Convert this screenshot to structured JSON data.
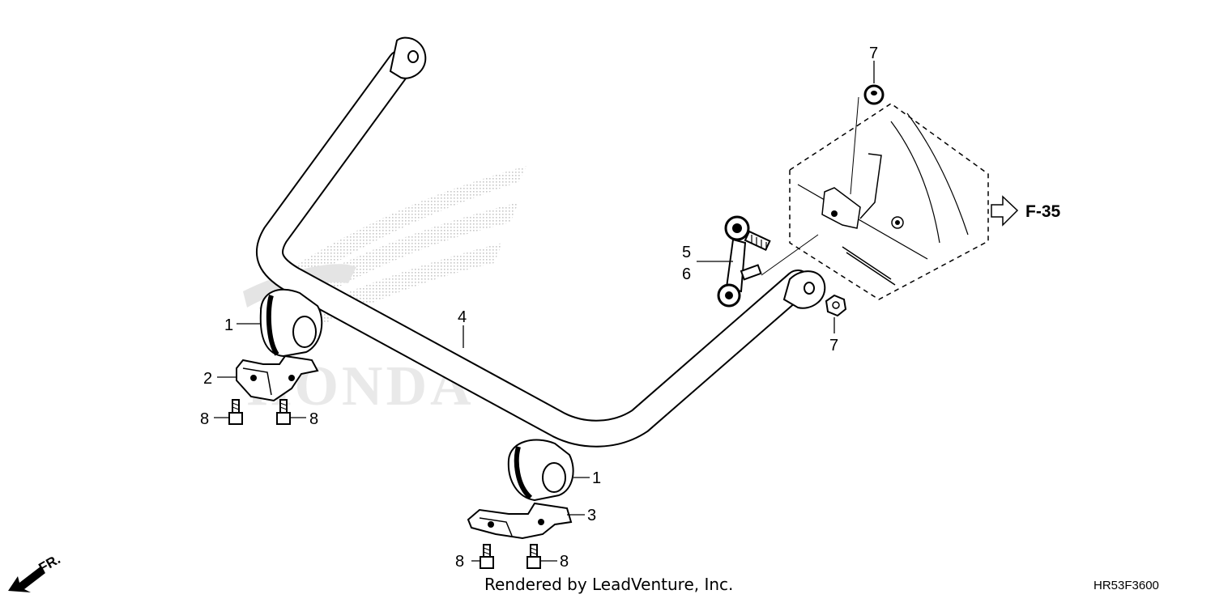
{
  "diagram": {
    "callouts": {
      "c1_left": "1",
      "c1_bottom": "1",
      "c2": "2",
      "c3": "3",
      "c4": "4",
      "c5": "5",
      "c6": "6",
      "c7_top": "7",
      "c7_mid": "7",
      "c8_a": "8",
      "c8_b": "8",
      "c8_c": "8",
      "c8_d": "8"
    },
    "reference": "F-35",
    "direction_label": "FR."
  },
  "footer": {
    "rendered_by": "Rendered by LeadVenture, Inc.",
    "code": "HR53F3600"
  }
}
